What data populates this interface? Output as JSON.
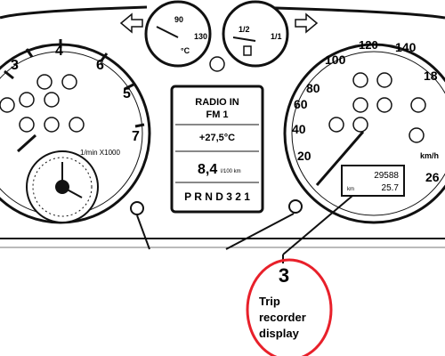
{
  "tachometer": {
    "ticks": [
      "3",
      "4",
      "6",
      "5",
      "7"
    ],
    "unit": "1/min X1000"
  },
  "temp_gauge": {
    "ticks": [
      "90",
      "130"
    ],
    "unit": "°C"
  },
  "fuel_gauge": {
    "ticks": [
      "1/2",
      "1/1"
    ]
  },
  "speedometer": {
    "ticks": [
      "100",
      "120",
      "140",
      "18",
      "80",
      "60",
      "40",
      "20",
      "26"
    ],
    "unit": "km/h"
  },
  "center_display": {
    "line1": "RADIO IN",
    "line2": "FM 1",
    "temperature": "+27,5°C",
    "consumption": "8,4",
    "consumption_unit": "l/100 km",
    "gears": "P R N D 3 2 1"
  },
  "trip_recorder_screen": {
    "line1": "29588",
    "line2_left": "km",
    "line2_right": "25.7"
  },
  "callout": {
    "number": "3",
    "label_lines": [
      "Trip",
      "recorder",
      "display"
    ]
  },
  "colors": {
    "callout_ellipse": "#e8202a",
    "ink": "#111111"
  }
}
